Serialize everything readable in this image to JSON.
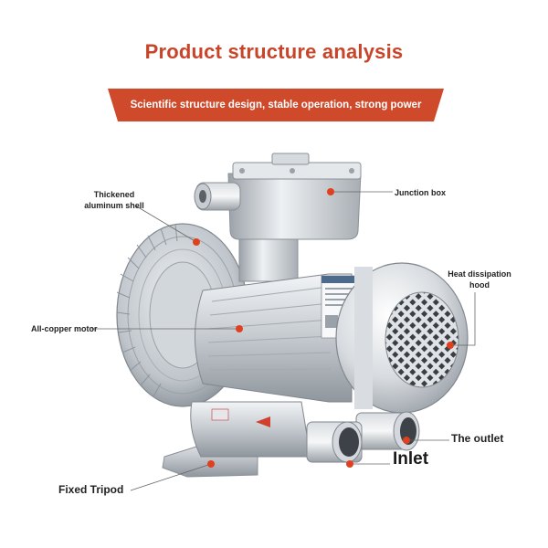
{
  "header": {
    "title": "Product structure analysis",
    "subtitle": "Scientific structure design, stable operation, strong power"
  },
  "labels": {
    "shell_line1": "Thickened",
    "shell_line2": "aluminum shell",
    "junction_box": "Junction box",
    "heat_line1": "Heat dissipation",
    "heat_line2": "hood",
    "motor": "All-copper motor",
    "outlet": "The outlet",
    "inlet": "Inlet",
    "tripod": "Fixed Tripod"
  },
  "colors": {
    "accent": "#cf4a2a",
    "title": "#c8452a",
    "marker": "#e0401f"
  }
}
